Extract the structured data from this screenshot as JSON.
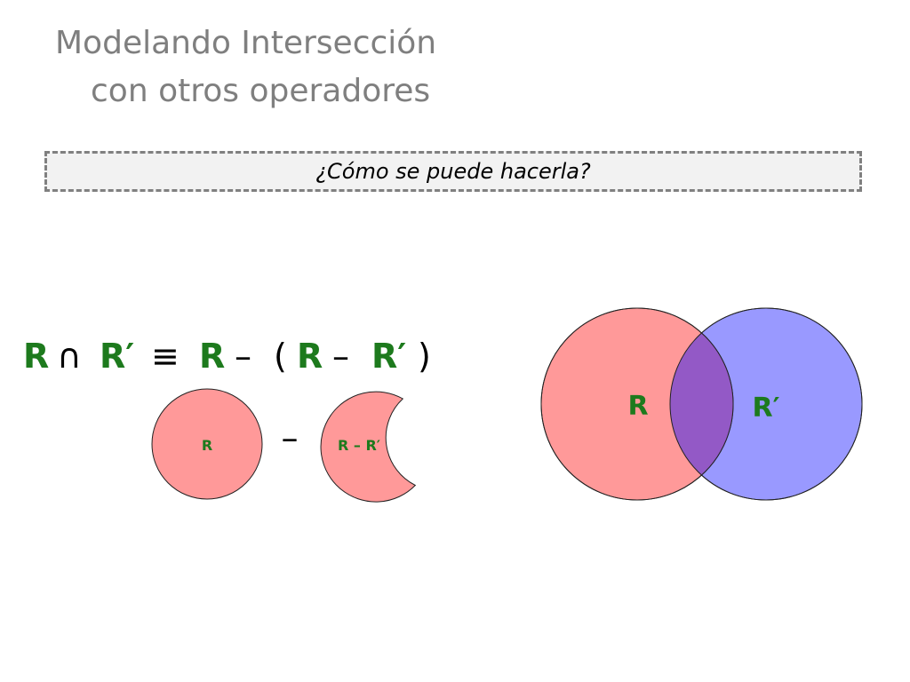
{
  "slide": {
    "title_line1": "Modelando Intersección",
    "title_line2": "con otros operadores",
    "question": "¿Cómo se puede hacerla?"
  },
  "formula": {
    "lhs_r": "R",
    "cap": "∩",
    "lhs_rp": "R′",
    "equiv": "≡",
    "rhs_r": "R",
    "minus1": "–",
    "lparen": "(",
    "inner_r": "R",
    "minus2": "–",
    "inner_rp": "R′",
    "rparen": ")"
  },
  "small_diagram": {
    "circle_label": "R",
    "operator": "–",
    "crescent_label": "R – R′"
  },
  "venn": {
    "left_label": "R",
    "right_label": "R′"
  },
  "colors": {
    "green": "#1d7a1d",
    "red_fill": "#ff9999",
    "blue_fill": "#9999ff",
    "overlap_fill": "#9359c6",
    "title_gray": "#7f7f7f"
  }
}
